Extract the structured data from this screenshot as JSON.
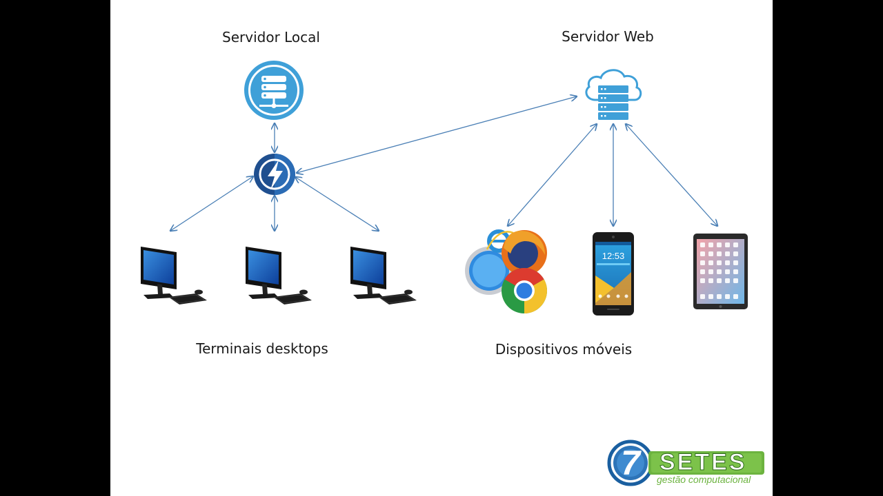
{
  "labels": {
    "local_server": "Servidor Local",
    "web_server": "Servidor Web",
    "desktops": "Terminais desktops",
    "mobile": "Dispositivos móveis"
  },
  "phone_clock": "12:53",
  "logo": {
    "numeral": "7",
    "name": "SETES",
    "tagline": "gestão computacional"
  },
  "colors": {
    "slide_background": "#ffffff",
    "letterbox": "#000000",
    "arrow": "#4a7fb5",
    "server_icon": "#3fa0d8",
    "hub_icon": "#1f4f8f",
    "logo_green": "#6cb33f",
    "logo_blue": "#1a5fa0"
  }
}
